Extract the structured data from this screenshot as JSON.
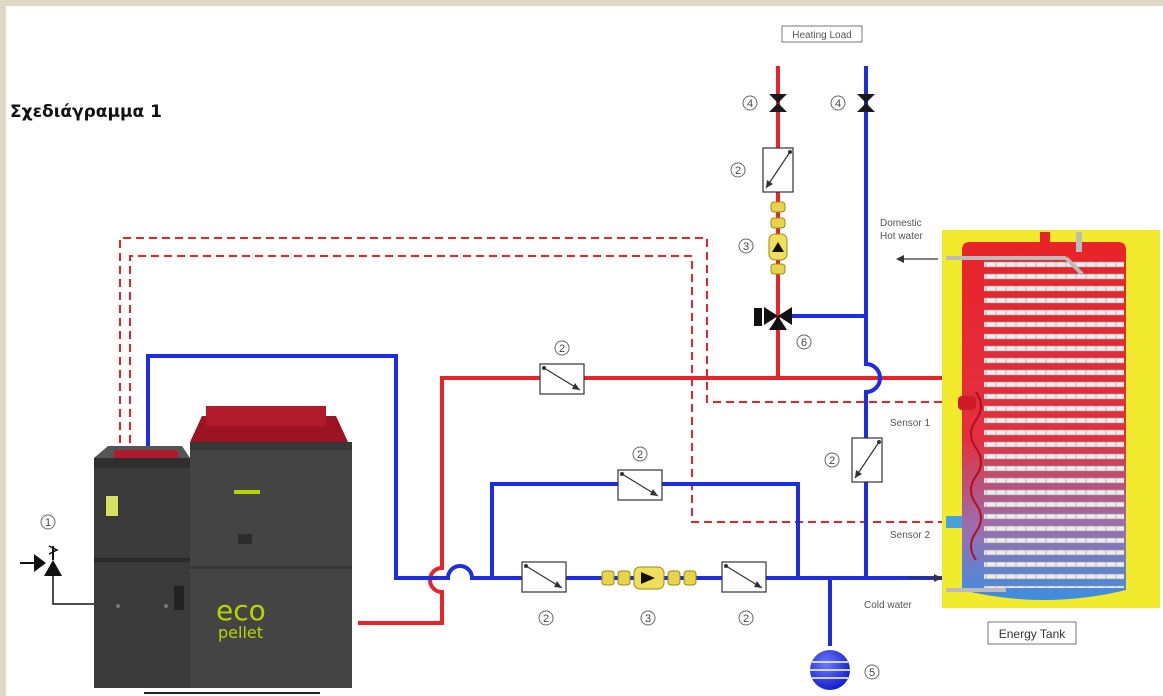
{
  "title": "Σχεδιάγραμμα 1",
  "labels": {
    "heating_load": "Heating Load",
    "domestic_hot_water_1": "Domestic",
    "domestic_hot_water_2": "Hot water",
    "sensor_1": "Sensor 1",
    "sensor_2": "Sensor 2",
    "cold_water": "Cold water",
    "energy_tank": "Energy Tank"
  },
  "component_numbers": {
    "safety_valve": "1",
    "flow_sensor": "2",
    "pump": "3",
    "shutoff_valve": "4",
    "expansion_vessel": "5",
    "three_way_valve": "6"
  },
  "boiler_logo": {
    "line1": "eco",
    "line2": "pellet"
  },
  "colors": {
    "hot_pipe": "#e8232a",
    "cold_pipe": "#1d2ee0",
    "boiler_body": "#3b3b3b",
    "boiler_top": "#b01a2a",
    "tank_insulation": "#f2ea2c",
    "accent_lime": "#b8d400"
  }
}
